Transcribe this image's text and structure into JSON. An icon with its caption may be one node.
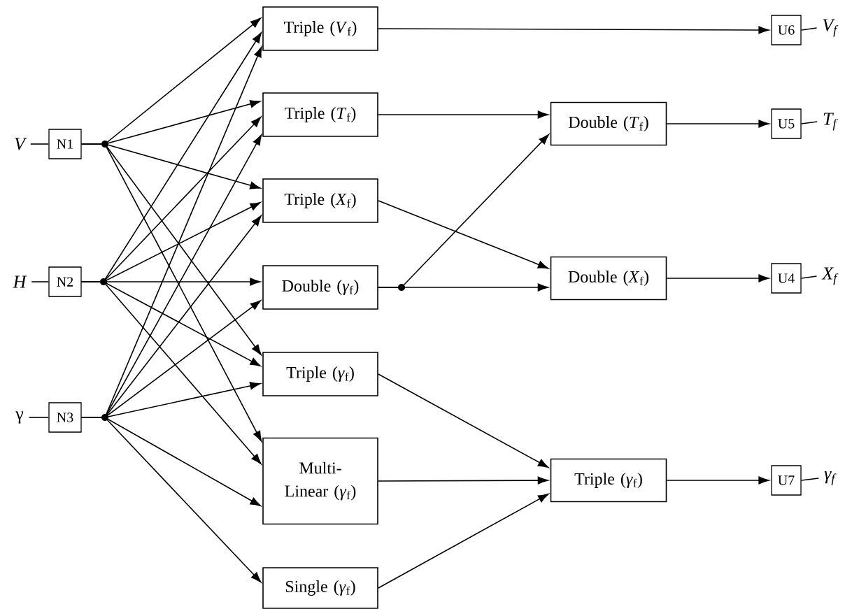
{
  "diagram": {
    "nodes": [
      {
        "text": [
          "V"
        ]
      },
      {
        "text": [
          "N1"
        ]
      },
      {
        "text": [
          "H"
        ]
      },
      {
        "text": [
          "N2"
        ]
      },
      {
        "text": [
          "γ"
        ]
      },
      {
        "text": [
          "N3"
        ]
      },
      {
        "text": [
          "Triple (*V*$_{f}$)"
        ]
      },
      {
        "text": [
          "Triple (*T*$_{f}$)"
        ]
      },
      {
        "text": [
          "Triple (*X*$_{f}$)"
        ]
      },
      {
        "text": [
          "Double (*γ*$_{f}$)"
        ]
      },
      {
        "text": [
          "Triple (*γ*$_{f}$)"
        ]
      },
      {
        "text": [
          "Multi- Linear (*γ*$_{f}$)"
        ]
      },
      {
        "text": [
          "Single (*γ*$_{f}$)"
        ]
      },
      {
        "text": [
          "Double (*T*$_{f}$)"
        ]
      },
      {
        "text": [
          "Double (*X*$_{f}$)"
        ]
      },
      {
        "text": [
          "Triple (*γ*$_{f}$)"
        ]
      },
      {
        "text": [
          "U6"
        ]
      },
      {
        "text": [
          "*V*$_{f}$"
        ]
      },
      {
        "text": [
          "U5"
        ]
      },
      {
        "text": [
          "*T*$_{f}$"
        ]
      },
      {
        "text": [
          "U4"
        ]
      },
      {
        "text": [
          "*X*$_{f}$"
        ]
      },
      {
        "text": [
          "U7"
        ]
      },
      {
        "text": [
          "*γ*$_{f}$"
        ]
      }
    ],
    "edges": [
      {
        "from": 0,
        "to": 1,
        "arrow": "none"
      },
      {
        "from": 2,
        "to": 3,
        "arrow": "none"
      },
      {
        "from": 4,
        "to": 5,
        "arrow": "none"
      },
      {
        "from": 1,
        "to": 6,
        "arrow": "to"
      },
      {
        "from": 1,
        "to": 7,
        "arrow": "to"
      },
      {
        "from": 1,
        "to": 8,
        "arrow": "to"
      },
      {
        "from": 1,
        "to": 10,
        "arrow": "to"
      },
      {
        "from": 1,
        "to": 11,
        "arrow": "to"
      },
      {
        "from": 3,
        "to": 6,
        "arrow": "to"
      },
      {
        "from": 3,
        "to": 7,
        "arrow": "to"
      },
      {
        "from": 3,
        "to": 8,
        "arrow": "to"
      },
      {
        "from": 3,
        "to": 9,
        "arrow": "to"
      },
      {
        "from": 3,
        "to": 10,
        "arrow": "to"
      },
      {
        "from": 3,
        "to": 11,
        "arrow": "to"
      },
      {
        "from": 5,
        "to": 6,
        "arrow": "to"
      },
      {
        "from": 5,
        "to": 7,
        "arrow": "to"
      },
      {
        "from": 5,
        "to": 8,
        "arrow": "to"
      },
      {
        "from": 5,
        "to": 9,
        "arrow": "to"
      },
      {
        "from": 5,
        "to": 10,
        "arrow": "to"
      },
      {
        "from": 5,
        "to": 11,
        "arrow": "to"
      },
      {
        "from": 5,
        "to": 12,
        "arrow": "to"
      },
      {
        "from": 6,
        "to": 16,
        "arrow": "to"
      },
      {
        "from": 7,
        "to": 13,
        "arrow": "to"
      },
      {
        "from": 8,
        "to": 14,
        "arrow": "to"
      },
      {
        "from": 9,
        "to": 13,
        "arrow": "to"
      },
      {
        "from": 9,
        "to": 14,
        "arrow": "to"
      },
      {
        "from": 10,
        "to": 15,
        "arrow": "to"
      },
      {
        "from": 11,
        "to": 15,
        "arrow": "to"
      },
      {
        "from": 12,
        "to": 15,
        "arrow": "to"
      },
      {
        "from": 13,
        "to": 18,
        "arrow": "to"
      },
      {
        "from": 14,
        "to": 20,
        "arrow": "to"
      },
      {
        "from": 15,
        "to": 22,
        "arrow": "to"
      },
      {
        "from": 16,
        "to": 17,
        "arrow": "none"
      },
      {
        "from": 18,
        "to": 19,
        "arrow": "none"
      },
      {
        "from": 20,
        "to": 21,
        "arrow": "none"
      },
      {
        "from": 22,
        "to": 23,
        "arrow": "none"
      }
    ]
  }
}
